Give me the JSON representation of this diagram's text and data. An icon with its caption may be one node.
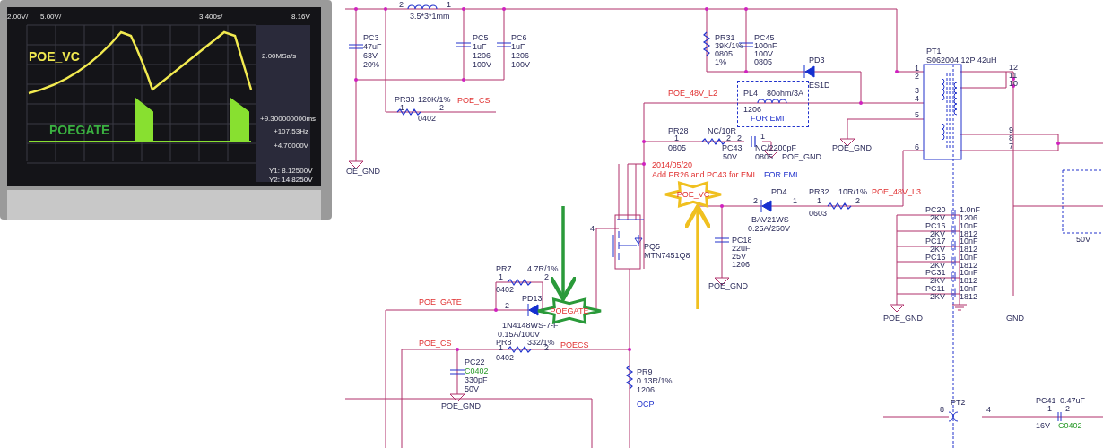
{
  "diagram": {
    "nodes": [
      {
        "text": [
          "POE_VC",
          "POEGATE"
        ]
      },
      {
        "text": [
          "PL4",
          "80ohm/3A",
          "1206",
          "FOR EMI"
        ]
      },
      {
        "text": [
          "POE_VC"
        ]
      },
      {
        "text": [
          "POEGATE"
        ]
      }
    ],
    "edges": [
      {
        "from": null,
        "to": 3,
        "arrow": "to",
        "color": "#2a9a3a"
      },
      {
        "from": null,
        "to": 2,
        "arrow": "to",
        "color": "#f0c020"
      }
    ],
    "labels": [
      "2.00V/",
      "5.00V/",
      "3.400s/",
      "8.16V",
      "2.00MSa/s",
      "+9.300000000ms",
      "+107.53Hz",
      "+4.70000V",
      "Y1: 8.12500V",
      "Y2: 14.8250V",
      "2",
      "1",
      "3.5*3*1mm",
      "PC3",
      "47uF",
      "63V",
      "20%",
      "PC5",
      "1uF",
      "1206",
      "100V",
      "PC6",
      "1uF",
      "1206",
      "100V",
      "PR33",
      "120K/1%",
      "1",
      "2",
      "0402",
      "POE_CS",
      "OE_GND",
      "PR31",
      "39K/1%",
      "0805",
      "1%",
      "PC45",
      "100nF",
      "100V",
      "0805",
      "PD3",
      "ES1D",
      "POE_48V_L2",
      "PT1",
      "S062004 12P 42uH",
      "1",
      "2",
      "3",
      "4",
      "5",
      "6",
      "12",
      "11",
      "10",
      "9",
      "8",
      "7",
      "PR28",
      "1",
      "0805",
      "NC/10R",
      "2",
      "2",
      "PC43",
      "50V",
      "1",
      "NC/2200pF",
      "0805",
      "POE_GND",
      "POE_GND",
      "2014/05/20",
      "Add PR26 and PC43 for EMI",
      "FOR EMI",
      "PD4",
      "2",
      "1",
      "BAV21WS",
      "0.25A/250V",
      "PR32",
      "1",
      "0603",
      "10R/1%",
      "POE_48V_L3",
      "2",
      "PC18",
      "22uF",
      "25V",
      "1206",
      "POE_GND",
      "PC20",
      "1.0nF",
      "2KV",
      "1206",
      "PC16",
      "10nF",
      "2KV",
      "1812",
      "PC17",
      "10nF",
      "2KV",
      "1812",
      "PC15",
      "10nF",
      "2KV",
      "1812",
      "PC31",
      "10nF",
      "2KV",
      "1812",
      "PC11",
      "10nF",
      "2KV",
      "1812",
      "POE_GND",
      "GND",
      "50V",
      "8",
      "PT2",
      "4",
      "PC41",
      "0.47uF",
      "1",
      "2",
      "16V",
      "C0402",
      "4",
      "PQ5",
      "MTN7451Q8",
      "PR7",
      "4.7R/1%",
      "1",
      "2",
      "0402",
      "PD13",
      "2",
      "1N4148WS-7-F",
      "0.15A/100V",
      "POE_GATE",
      "POE_CS",
      "PR8",
      "332/1%",
      "1",
      "2",
      "0402",
      "POECS",
      "PC22",
      "C0402",
      "330pF",
      "50V",
      "POE_GND",
      "PR9",
      "0.13R/1%",
      "1206",
      "OCP"
    ]
  }
}
